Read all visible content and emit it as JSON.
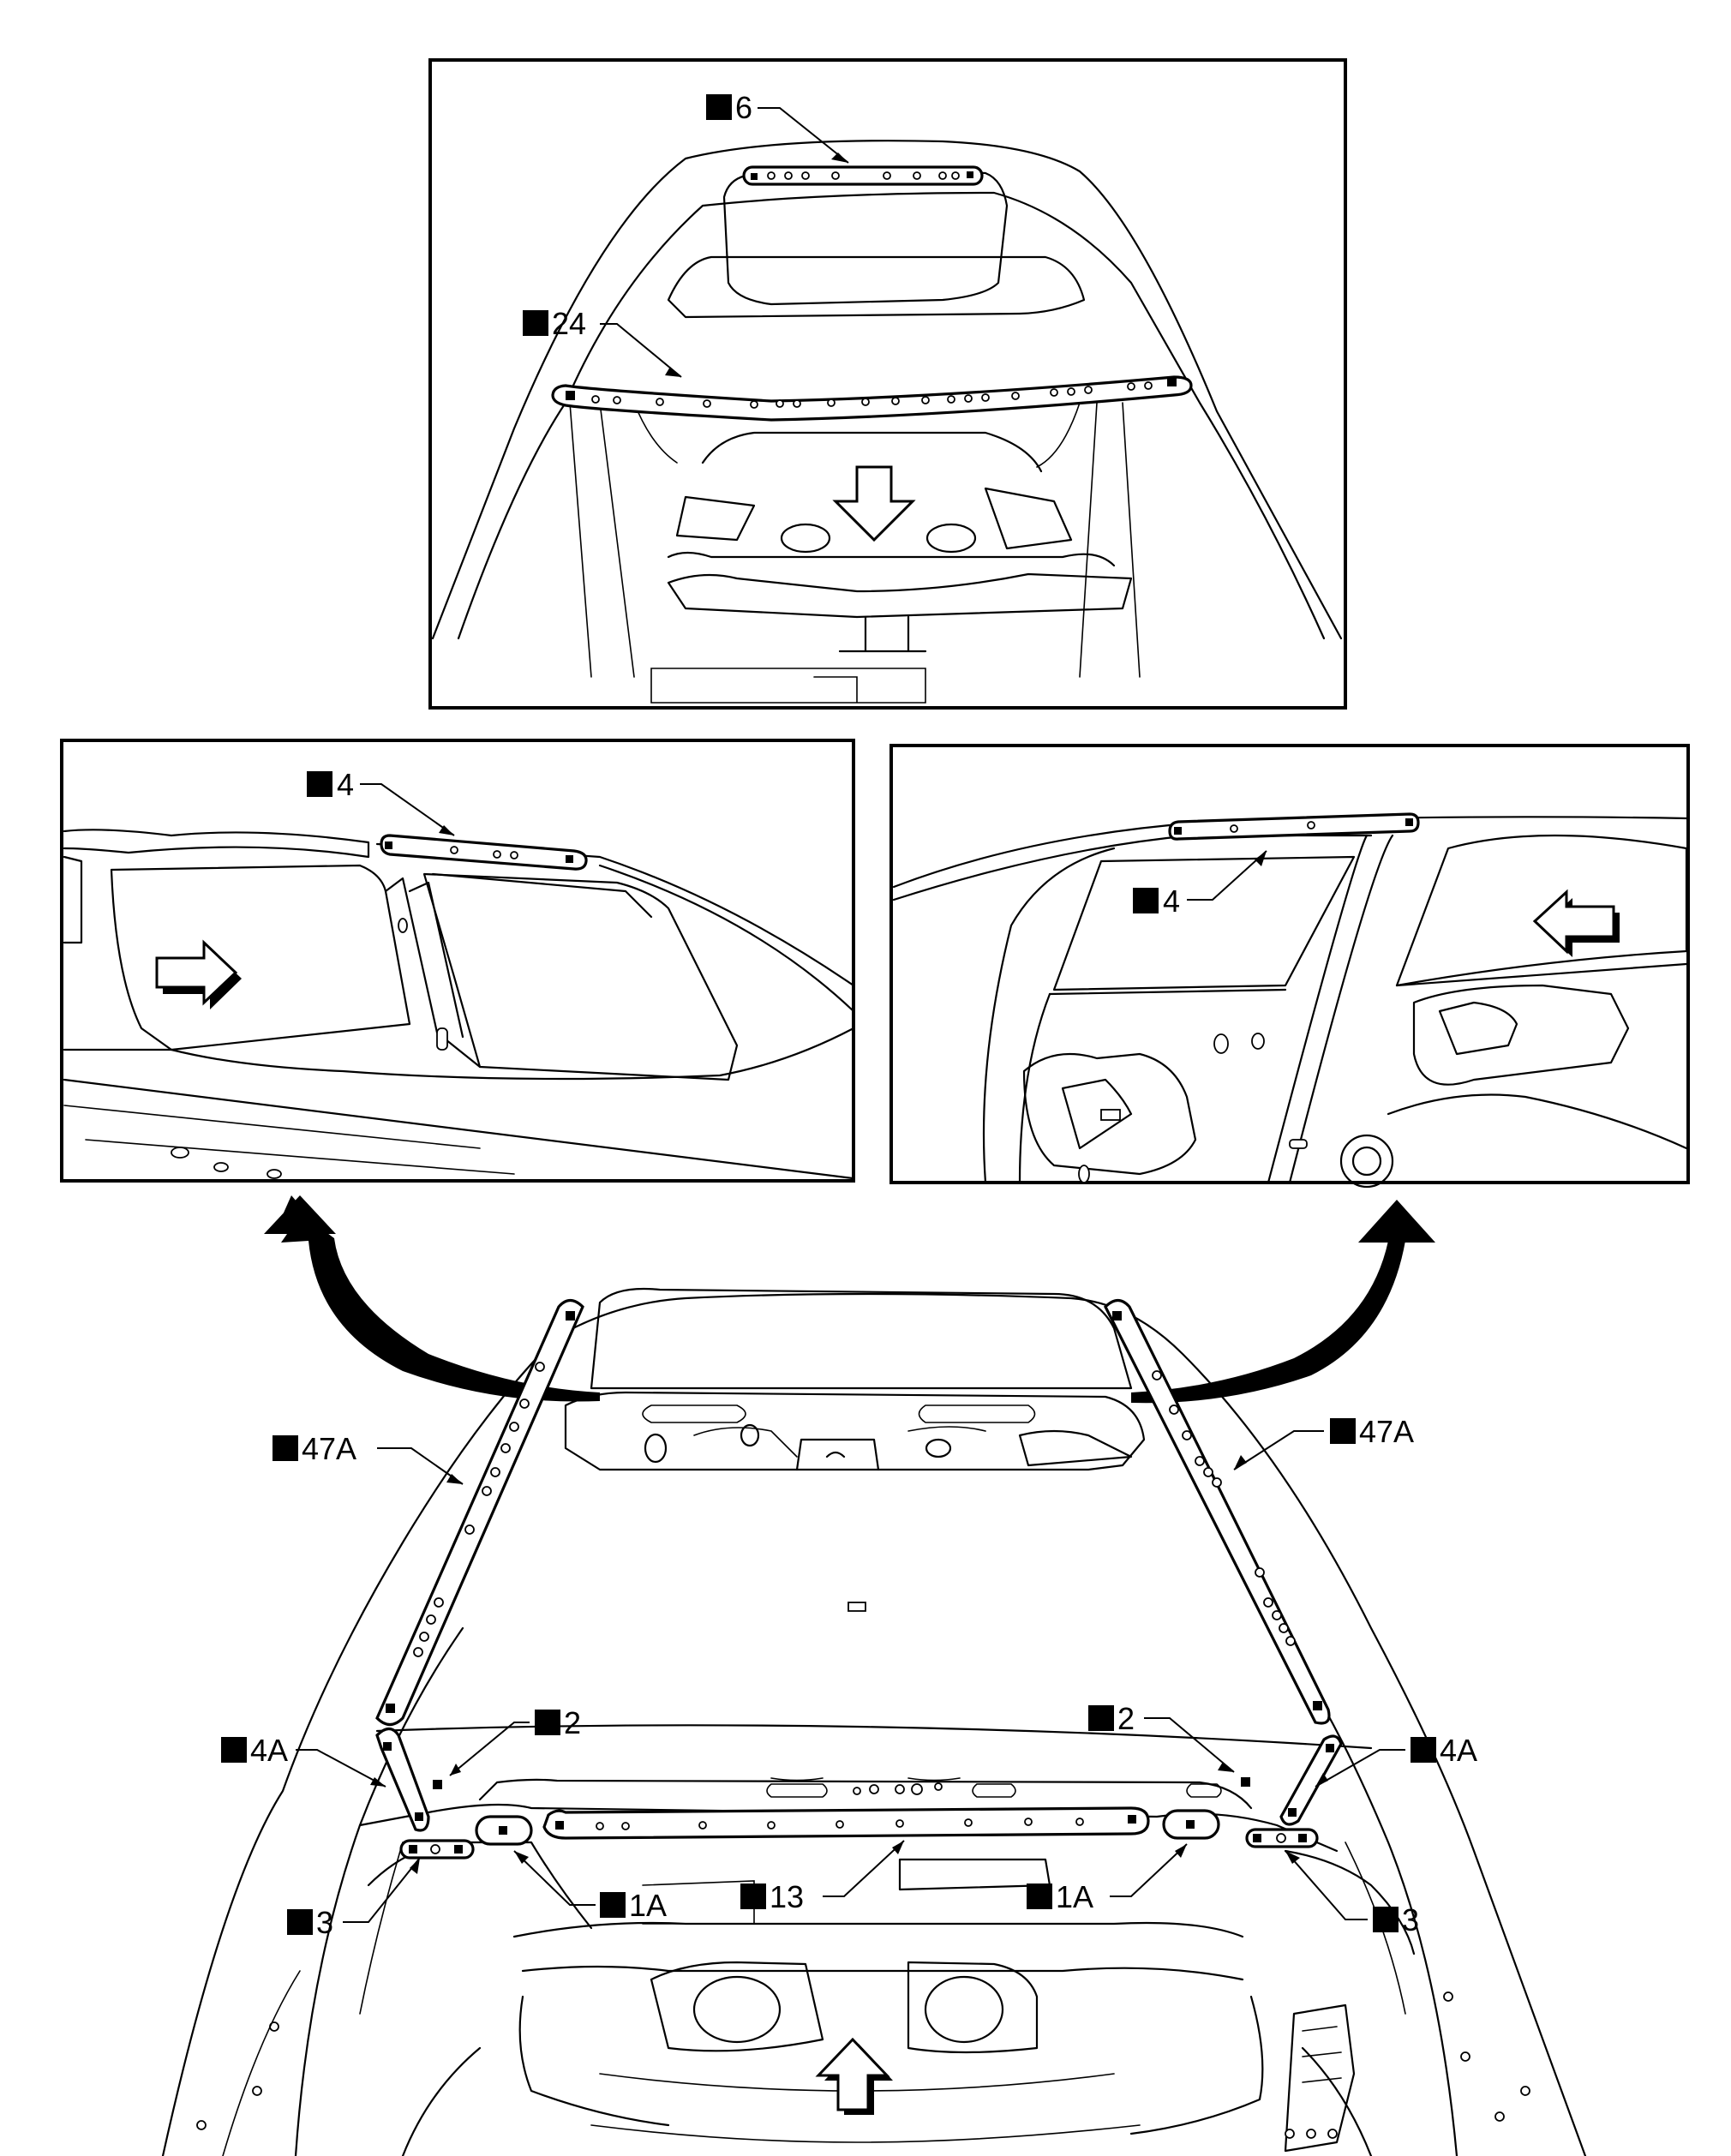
{
  "callouts": {
    "top_upper": "6",
    "top_lower": "24",
    "left_panel": "4",
    "right_panel": "4",
    "pillar_left": "47A",
    "pillar_right": "47A",
    "four_a_left": "4A",
    "four_a_right": "4A",
    "two_left": "2",
    "two_right": "2",
    "three_left": "3",
    "three_right": "3",
    "one_a_left": "1A",
    "one_a_right": "1A",
    "thirteen": "13"
  },
  "icons": {
    "label_marker": "filled-square-icon",
    "view_arrows": [
      "view-direction-down-arrow-icon",
      "view-direction-right-arrow-icon",
      "view-direction-left-arrow-icon",
      "view-direction-up-arrow-icon"
    ],
    "flow_arrows": [
      "curved-arrow-left-icon",
      "curved-arrow-right-icon"
    ]
  },
  "colors": {
    "line": "#000000",
    "background": "#ffffff"
  }
}
